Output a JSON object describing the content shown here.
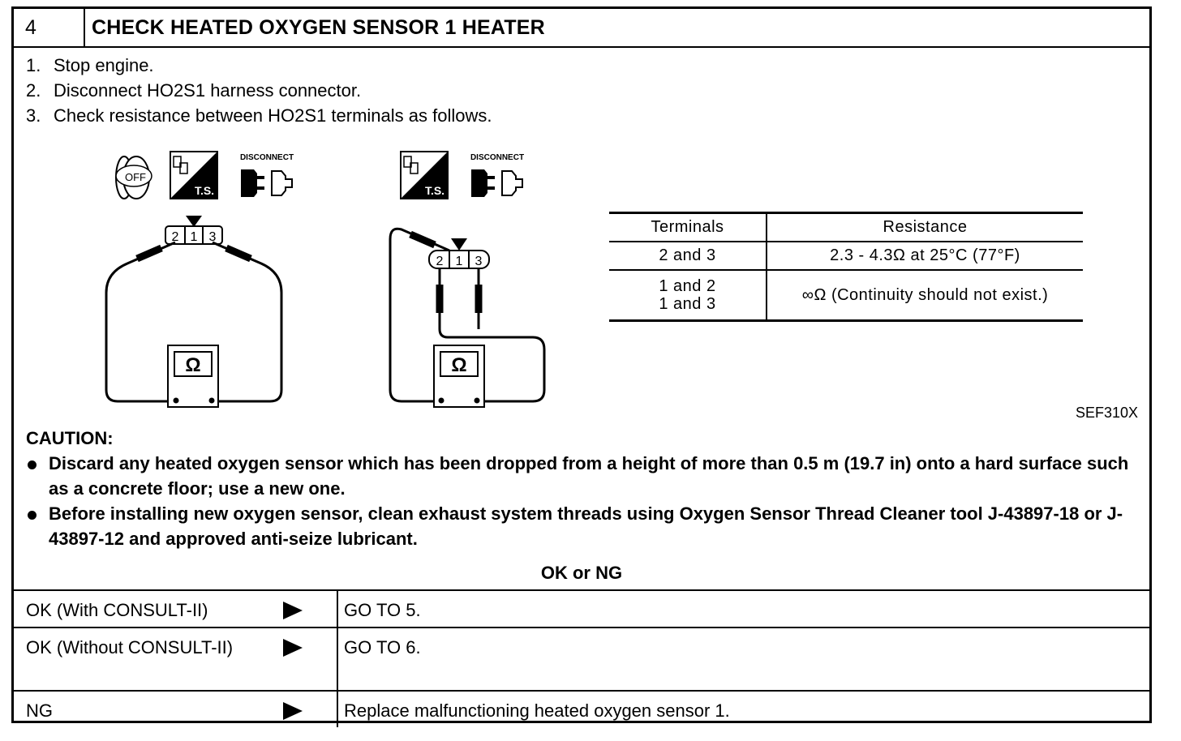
{
  "header": {
    "step_number": "4",
    "title": "CHECK HEATED OXYGEN SENSOR 1 HEATER"
  },
  "steps": [
    {
      "num": "1.",
      "text": "Stop engine."
    },
    {
      "num": "2.",
      "text": "Disconnect HO2S1 harness connector."
    },
    {
      "num": "3.",
      "text": "Check resistance between HO2S1 terminals as follows."
    }
  ],
  "figure": {
    "icons": {
      "key_text": "OFF",
      "ts_text": "T.S.",
      "disconnect_text": "DISCONNECT"
    },
    "connector_terminals": [
      "2",
      "1",
      "3"
    ],
    "meter_symbol": "Ω",
    "figure_id": "SEF310X"
  },
  "resistance_table": {
    "headers": [
      "Terminals",
      "Resistance"
    ],
    "rows": [
      {
        "terminals": "2 and 3",
        "resistance": "2.3 - 4.3Ω at 25°C (77°F)"
      },
      {
        "terminals_line1": "1 and 2",
        "terminals_line2": "1 and 3",
        "resistance": "∞Ω (Continuity should not exist.)"
      }
    ]
  },
  "caution": {
    "title": "CAUTION:",
    "items": [
      "Discard any heated oxygen sensor which has been dropped from a height of more than 0.5 m (19.7 in) onto a hard surface such as a concrete floor; use a new one.",
      "Before installing new oxygen sensor, clean exhaust system threads using Oxygen Sensor Thread Cleaner tool J-43897-18 or J-43897-12 and approved anti-seize lubricant."
    ]
  },
  "result_title": "OK or NG",
  "results": [
    {
      "condition": "OK (With CONSULT-II)",
      "action": "GO TO 5."
    },
    {
      "condition": "OK (Without CONSULT-II)",
      "action": "GO TO 6."
    },
    {
      "condition": "NG",
      "action": "Replace malfunctioning heated oxygen sensor 1."
    }
  ]
}
